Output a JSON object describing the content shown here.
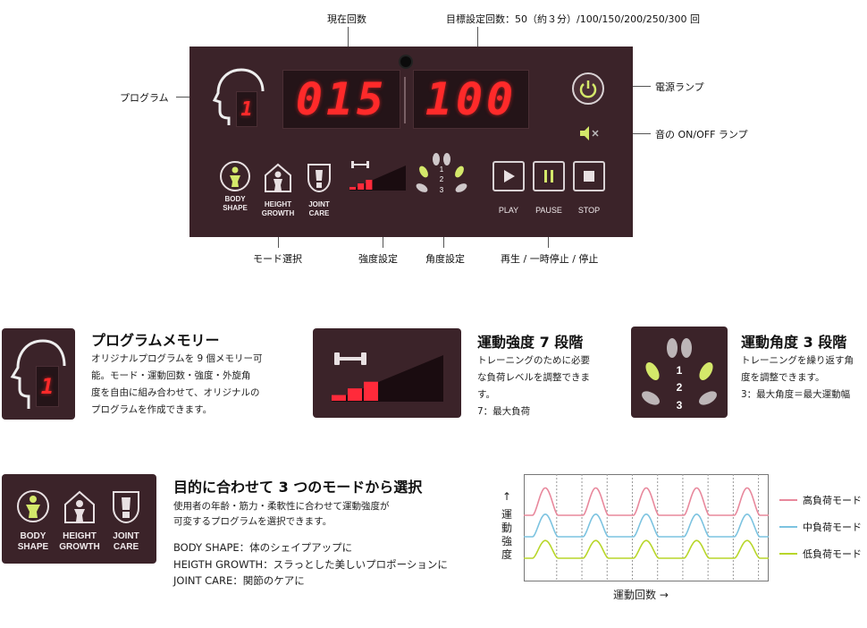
{
  "callouts": {
    "current_count": "現在回数",
    "target_count": "目標設定回数：50（約３分）/100/150/200/250/300 回",
    "program": "プログラム",
    "power_lamp": "電源ランプ",
    "sound_lamp": "音の ON/OFF ランプ",
    "mode_select": "モード選択",
    "strength_setting": "強度設定",
    "angle_setting": "角度設定",
    "playback_controls": "再生 / 一時停止 / 停止"
  },
  "panel": {
    "program_digit": "1",
    "current_count_display": "015",
    "target_count_display": "100",
    "modes": [
      {
        "line1": "BODY",
        "line2": "SHAPE"
      },
      {
        "line1": "HEIGHT",
        "line2": "GROWTH"
      },
      {
        "line1": "JOINT",
        "line2": "CARE"
      }
    ],
    "angle_levels": [
      "1",
      "2",
      "3"
    ],
    "controls": {
      "play": "PLAY",
      "pause": "PAUSE",
      "stop": "STOP"
    },
    "strength_level": 0.43
  },
  "features": {
    "memory": {
      "title": "プログラムメモリー",
      "lines": [
        "オリジナルプログラムを 9 個メモリー可",
        "能。モード・運動回数・強度・外旋角",
        "度を自由に組み合わせて、オリジナルの",
        "プログラムを作成できます。"
      ],
      "digit": "1"
    },
    "strength": {
      "title": "運動強度 7 段階",
      "lines": [
        "トレーニングのために必要",
        "な負荷レベルを調整できま",
        "す。",
        "7：最大負荷"
      ]
    },
    "angle": {
      "title": "運動角度 3 段階",
      "lines": [
        "トレーニングを繰り返す角",
        "度を調整できます。",
        "3：最大角度＝最大運動幅"
      ],
      "levels": [
        "1",
        "2",
        "3"
      ]
    },
    "modes": {
      "title": "目的に合わせて 3 つのモードから選択",
      "lines": [
        "使用者の年齢・筋力・柔軟性に合わせて運動強度が",
        "可変するプログラムを選択できます。"
      ],
      "details": [
        "BODY SHAPE：体のシェイプアップに",
        "HEIGTH GROWTH：スラっとした美しいプロポーションに",
        "JOINT CARE：関節のケアに"
      ],
      "labels": [
        {
          "line1": "BODY",
          "line2": "SHAPE"
        },
        {
          "line1": "HEIGHT",
          "line2": "GROWTH"
        },
        {
          "line1": "JOINT",
          "line2": "CARE"
        }
      ]
    }
  },
  "chart": {
    "ylabel": "運動強度",
    "ylabel_arrow": "↑",
    "xlabel": "運動回数 →",
    "legend": [
      {
        "name": "高負荷モード",
        "color": "#e8889c"
      },
      {
        "name": "中負荷モード",
        "color": "#7cc3e0"
      },
      {
        "name": "低負荷モード",
        "color": "#b8d62a"
      }
    ]
  },
  "colors": {
    "panel": "#3b2329",
    "led_red": "#ff2a2a",
    "accent_green": "#d4e86a"
  }
}
